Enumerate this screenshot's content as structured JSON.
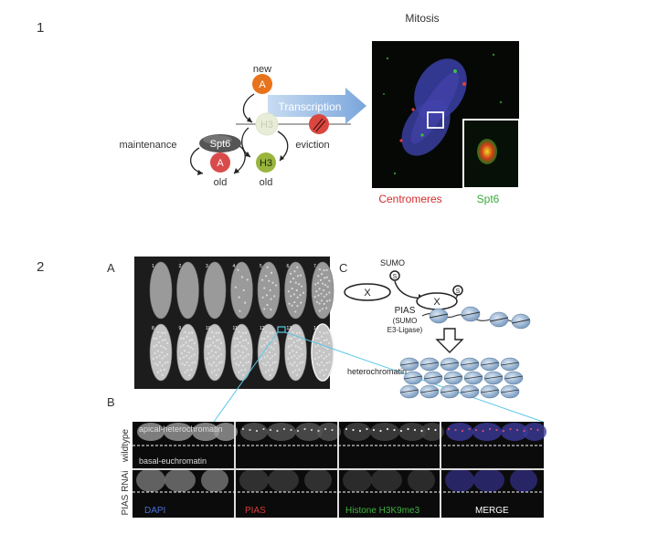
{
  "panel1": {
    "number": "1",
    "mitosis_title": "Mitosis",
    "label_new": "new",
    "node_a_new": "A",
    "transcription": "Transcription",
    "node_h3_faded": "H3",
    "spt6": "Spt6",
    "maintenance": "maintenance",
    "eviction": "eviction",
    "node_a_old": "A",
    "node_h3_old": "H3",
    "old_left": "old",
    "old_right": "old",
    "centromeres": "Centromeres",
    "spt6_label": "Spt6",
    "colors": {
      "orange": "#e8731c",
      "red": "#d94b4b",
      "green": "#9ab53e",
      "arrow": "#8fb6e0",
      "centromere": "#d42c2c",
      "spt6": "#3aa83a"
    }
  },
  "panel2": {
    "number": "2",
    "sub_a": "A",
    "sub_b": "B",
    "sub_c": "C",
    "embryo_stages": [
      "1",
      "2",
      "3",
      "4",
      "5",
      "6",
      "7",
      "8",
      "9",
      "10",
      "11",
      "12",
      "13",
      "14"
    ],
    "sumo": "SUMO",
    "x_left": "X",
    "x_right": "X",
    "pias_lines": [
      "PIAS",
      "(SUMO",
      "E3-Ligase)"
    ],
    "heterochromatin": "heterochromatin",
    "apical": "apical-heterochromatin",
    "basal": "basal-euchromatin",
    "row_wildtype": "wildtype",
    "row_pias": "PIAS RNAi",
    "channels": [
      {
        "label": "DAPI",
        "color": "#4a6fd6"
      },
      {
        "label": "PIAS",
        "color": "#d63b3b"
      },
      {
        "label": "Histone H3K9me3",
        "color": "#3db33d"
      },
      {
        "label": "MERGE",
        "color": "#ffffff"
      }
    ]
  }
}
